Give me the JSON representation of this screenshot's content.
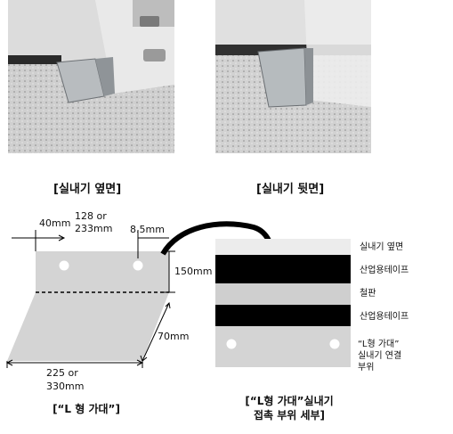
{
  "photos": {
    "left_caption": "[실내기 옆면]",
    "right_caption": "[실내기 뒷면]"
  },
  "bracket": {
    "dim_left": "40mm",
    "dim_spacing_line1": "128 or",
    "dim_spacing_line2": "233mm",
    "dim_right": "8.5mm",
    "dim_height": "150mm",
    "dim_depth": "70mm",
    "dim_width_line1": "225 or",
    "dim_width_line2": "330mm",
    "caption": "[“L 형 가대”]"
  },
  "layers": {
    "items": [
      "실내기 옆면",
      "산업용테이프",
      "철판",
      "산업용테이프"
    ],
    "bracket_label_line1": "“L형 가대”",
    "bracket_label_line2": "실내기 연결",
    "bracket_label_line3": "부위",
    "caption_line1": "[“L형 가대”실내기",
    "caption_line2": "접촉 부위 세부]"
  }
}
